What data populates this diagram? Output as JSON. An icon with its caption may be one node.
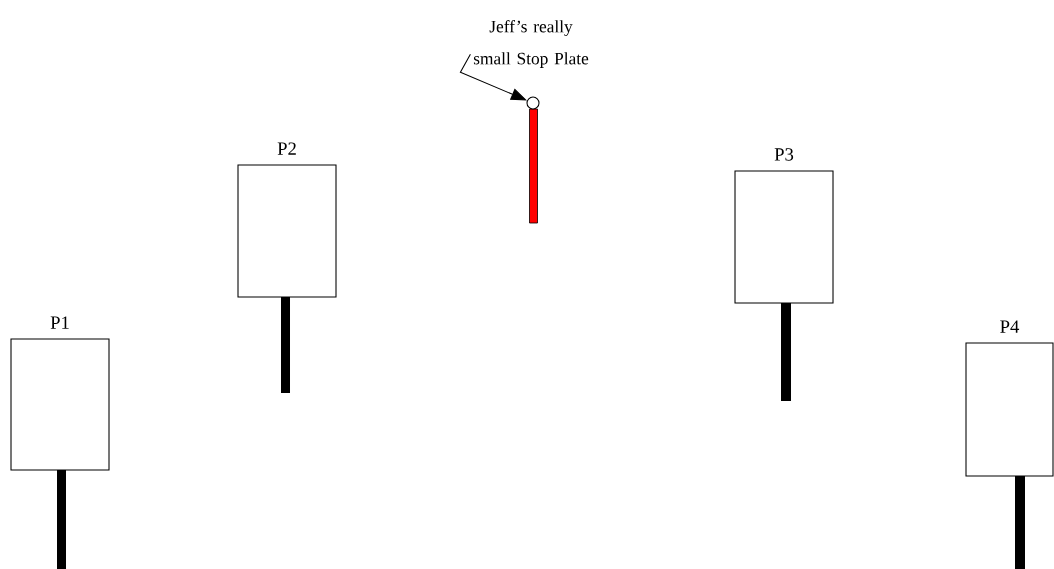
{
  "diagram": {
    "nodes": [
      {
        "text": [
          "P1"
        ]
      },
      {
        "text": [
          "P2"
        ]
      },
      {
        "text": [
          "Jeff’s really small Stop Plate"
        ]
      },
      {
        "text": [],
        "shape": "circle"
      },
      {
        "text": [
          "P3"
        ]
      },
      {
        "text": [
          "P4"
        ]
      }
    ],
    "edges": [
      {
        "from": 2,
        "to": 3,
        "arrow": "to"
      }
    ]
  }
}
